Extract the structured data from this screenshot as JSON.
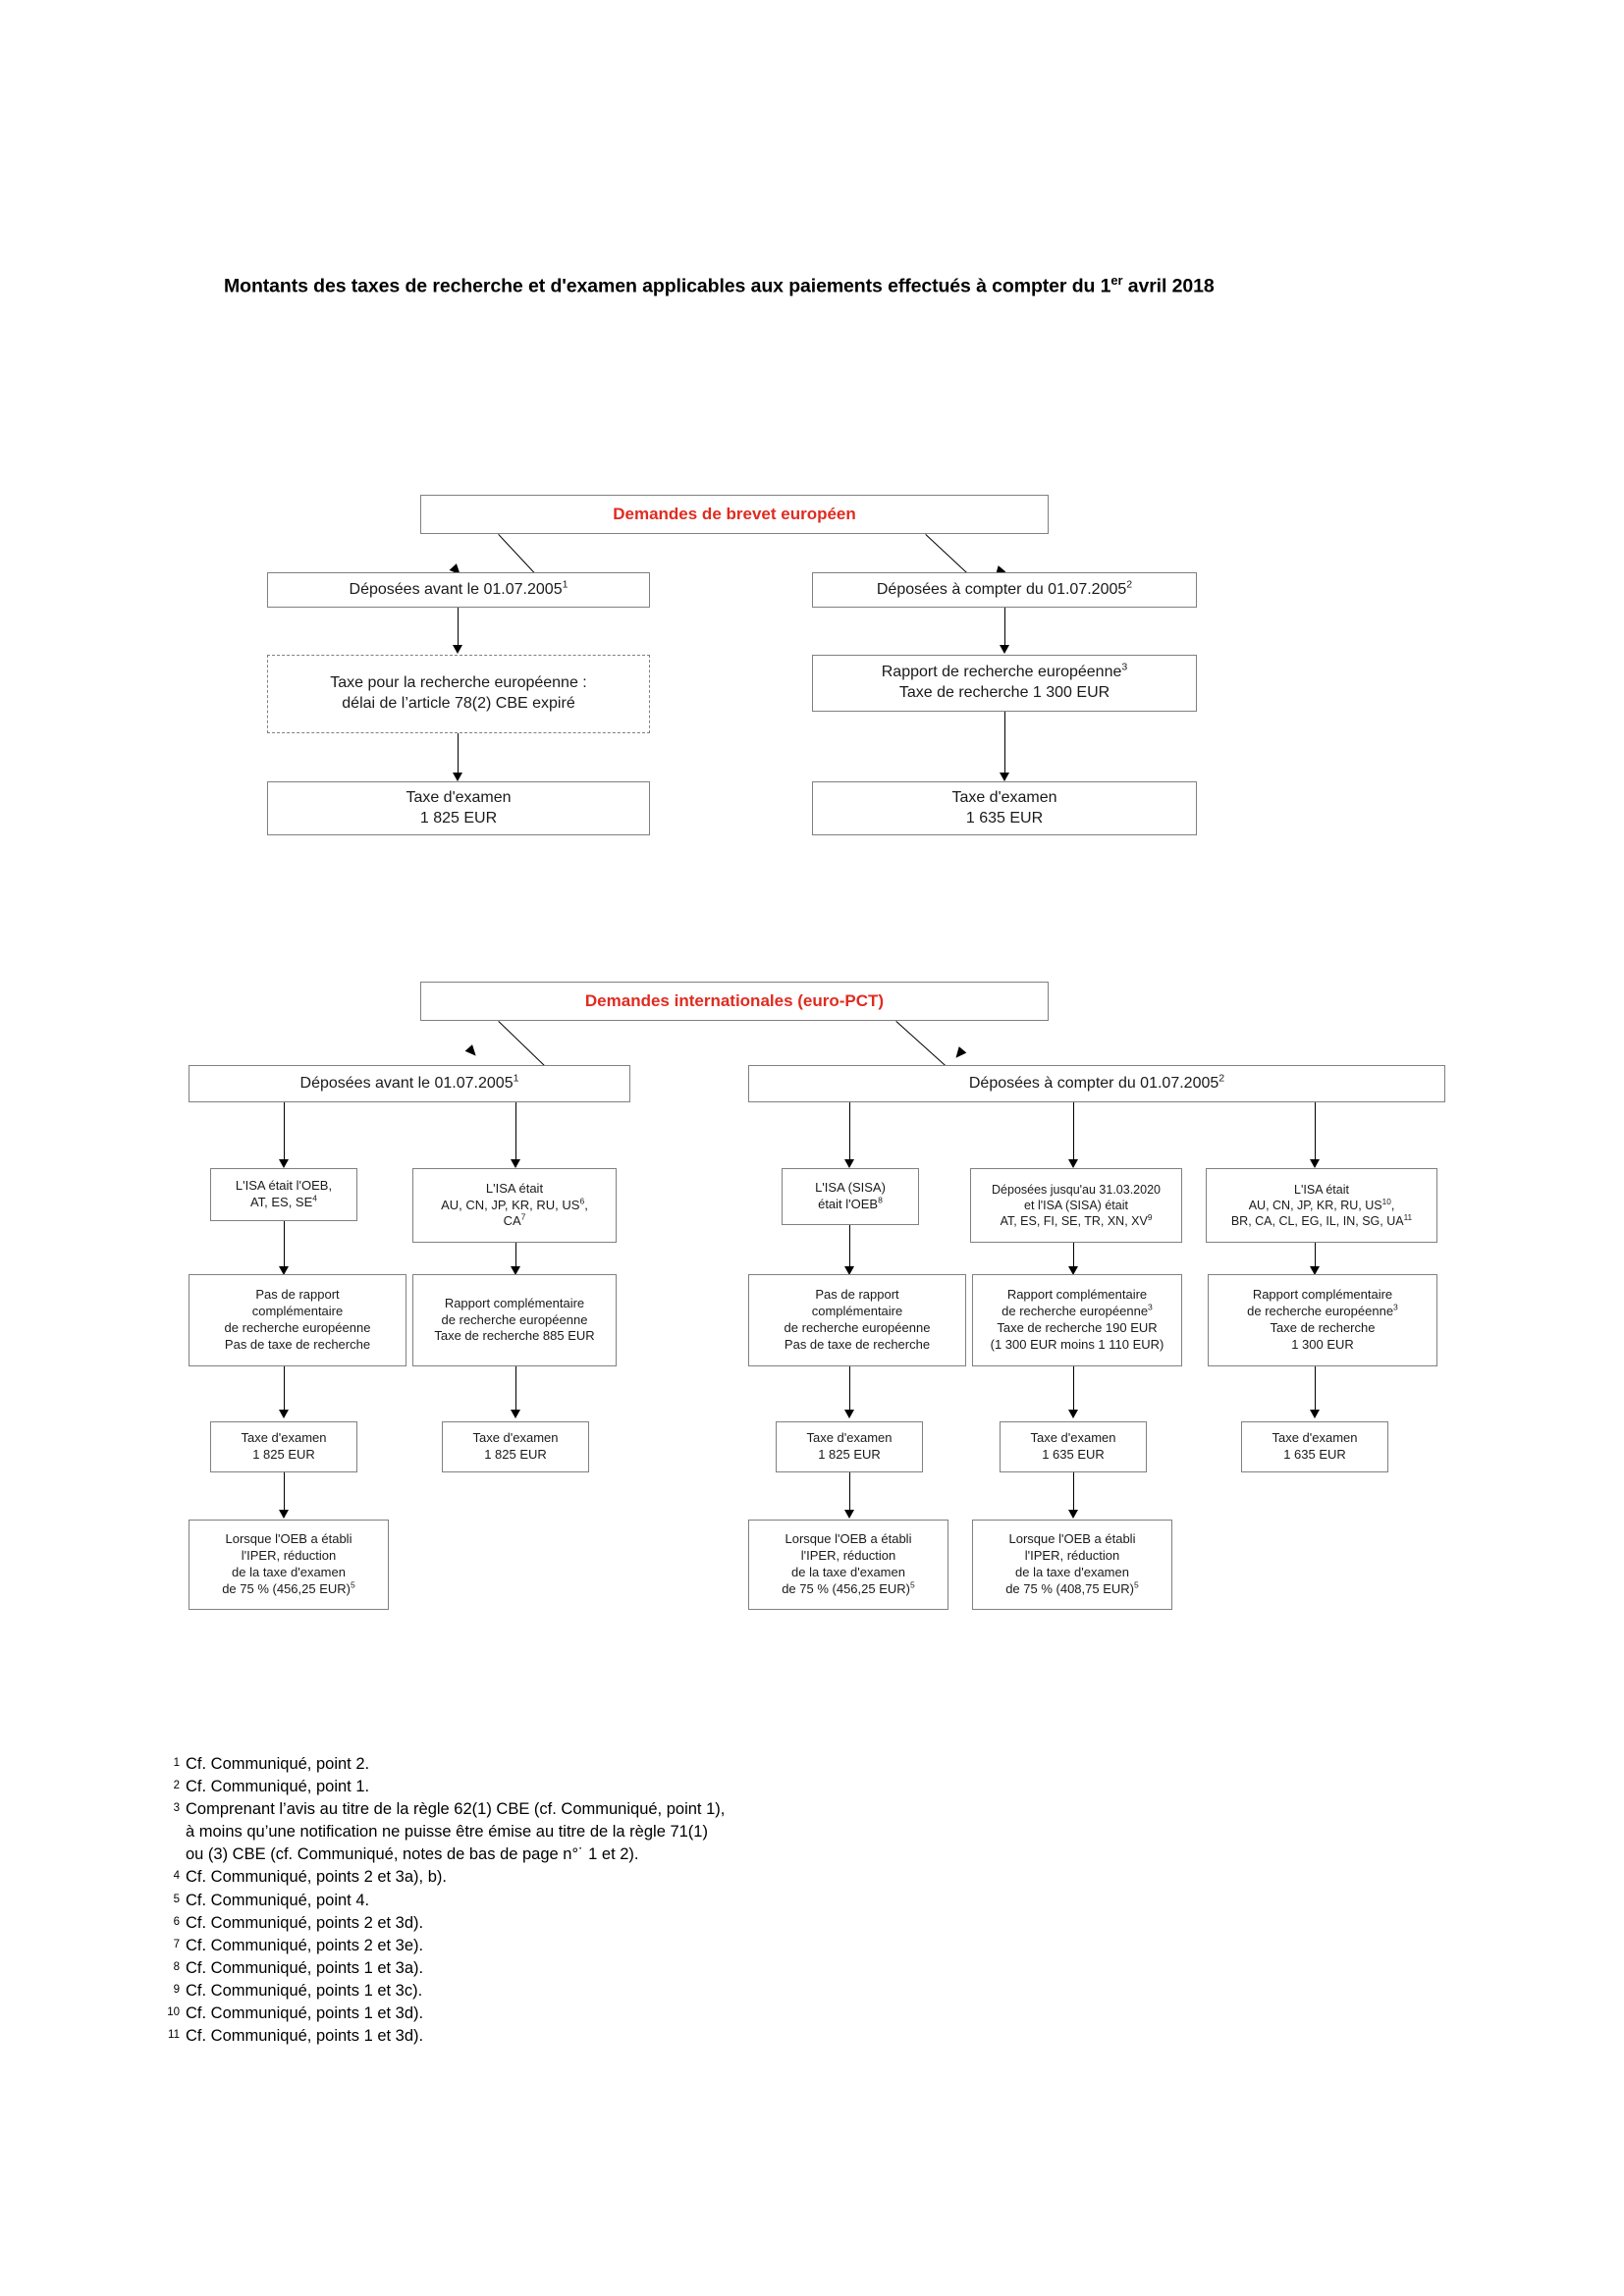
{
  "document": {
    "title_prefix": "Montants des taxes de recherche et d'examen applicables aux paiements effectués à compter du 1",
    "title_sup": "er",
    "title_suffix": " avril 2018",
    "accent_color": "#e02b20",
    "box_border_color": "#808080",
    "connector_color": "#000000"
  },
  "section_ep": {
    "header": "Demandes de brevet européen",
    "left": {
      "level1_text": "Déposées avant le 01.07.2005",
      "level1_sup": "1",
      "level2_line1": "Taxe pour la recherche européenne :",
      "level2_line2": "délai de l’article 78(2) CBE expiré",
      "level3_line1": "Taxe d'examen",
      "level3_line2": "1 825 EUR"
    },
    "right": {
      "level1_text": "Déposées à compter du 01.07.2005",
      "level1_sup": "2",
      "level2_line1": "Rapport de recherche européenne",
      "level2_line1_sup": "3",
      "level2_line2": "Taxe de recherche 1 300 EUR",
      "level3_line1": "Taxe d'examen",
      "level3_line2": "1 635 EUR"
    }
  },
  "section_pct": {
    "header": "Demandes internationales (euro-PCT)",
    "left_group": {
      "level1_text": "Déposées avant le 01.07.2005",
      "level1_sup": "1"
    },
    "right_group": {
      "level1_text": "Déposées à compter du 01.07.2005",
      "level1_sup": "2"
    },
    "col1": {
      "isa_line1": "L'ISA était l'OEB,",
      "isa_line2": "AT, ES, SE",
      "isa_sup": "4",
      "report_line1": "Pas de rapport",
      "report_line2": "complémentaire",
      "report_line3": "de recherche européenne",
      "report_line4": "Pas de taxe de recherche",
      "exam_line1": "Taxe d'examen",
      "exam_line2": "1 825 EUR",
      "iper_line1": "Lorsque l'OEB a établi",
      "iper_line2": "l'IPER, réduction",
      "iper_line3": "de la taxe d'examen",
      "iper_line4": "de 75 % (456,25 EUR)",
      "iper_sup": "5"
    },
    "col2": {
      "isa_line1": "L'ISA était",
      "isa_line2": "AU, CN, JP, KR, RU, US",
      "isa_line2_sup": "6",
      "isa_line2_tail": ",",
      "isa_line3": "CA",
      "isa_line3_sup": "7",
      "report_line1": "Rapport complémentaire",
      "report_line2": "de recherche européenne",
      "report_line3": "Taxe de recherche 885 EUR",
      "exam_line1": "Taxe d'examen",
      "exam_line2": "1 825 EUR"
    },
    "col3": {
      "isa_line1": "L'ISA (SISA)",
      "isa_line2": "était l'OEB",
      "isa_sup": "8",
      "report_line1": "Pas de rapport",
      "report_line2": "complémentaire",
      "report_line3": "de recherche européenne",
      "report_line4": "Pas de taxe de recherche",
      "exam_line1": "Taxe d'examen",
      "exam_line2": "1 825 EUR",
      "iper_line1": "Lorsque l'OEB a établi",
      "iper_line2": "l'IPER, réduction",
      "iper_line3": "de la taxe d'examen",
      "iper_line4": "de 75 % (456,25 EUR)",
      "iper_sup": "5"
    },
    "col4": {
      "isa_line1": "Déposées jusqu'au 31.03.2020",
      "isa_line2": "et l'ISA (SISA) était",
      "isa_line3": "AT, ES, FI, SE, TR, XN, XV",
      "isa_sup": "9",
      "report_line1": "Rapport complémentaire",
      "report_line2": "de recherche européenne",
      "report_line2_sup": "3",
      "report_line3": "Taxe de recherche 190 EUR",
      "report_line4": "(1 300 EUR moins 1 110 EUR)",
      "exam_line1": "Taxe d'examen",
      "exam_line2": "1 635 EUR",
      "iper_line1": "Lorsque l'OEB a établi",
      "iper_line2": "l'IPER, réduction",
      "iper_line3": "de la taxe d'examen",
      "iper_line4": "de 75 % (408,75 EUR)",
      "iper_sup": "5"
    },
    "col5": {
      "isa_line1": "L'ISA était",
      "isa_line2": "AU, CN, JP, KR, RU, US",
      "isa_line2_sup": "10",
      "isa_line3": "BR, CA, CL, EG, IL, IN, SG, UA",
      "isa_line3_sup": "11",
      "report_line1": "Rapport complémentaire",
      "report_line2": "de recherche européenne",
      "report_line2_sup": "3",
      "report_line3": "Taxe de recherche",
      "report_line4": "1 300 EUR",
      "exam_line1": "Taxe d'examen",
      "exam_line2": "1 635 EUR"
    }
  },
  "footnotes": [
    {
      "num": "1",
      "lines": [
        "Cf. Communiqué, point 2."
      ]
    },
    {
      "num": "2",
      "lines": [
        "Cf. Communiqué, point 1."
      ]
    },
    {
      "num": "3",
      "lines": [
        "Comprenant l’avis au titre de la règle 62(1) CBE (cf. Communiqué, point 1),",
        "à moins qu’une notification ne puisse être émise au titre de la règle 71(1)",
        "ou (3) CBE (cf. Communiqué, notes de bas de page n°˙ 1 et 2)."
      ]
    },
    {
      "num": "4",
      "lines": [
        "Cf. Communiqué, points 2 et 3a), b)."
      ]
    },
    {
      "num": "5",
      "lines": [
        "Cf. Communiqué, point 4."
      ]
    },
    {
      "num": "6",
      "lines": [
        "Cf. Communiqué, points 2 et 3d)."
      ]
    },
    {
      "num": "7",
      "lines": [
        "Cf. Communiqué, points 2 et 3e)."
      ]
    },
    {
      "num": "8",
      "lines": [
        "Cf. Communiqué, points 1 et 3a)."
      ]
    },
    {
      "num": "9",
      "lines": [
        "Cf. Communiqué, points 1 et 3c)."
      ]
    },
    {
      "num": "10",
      "lines": [
        "Cf. Communiqué, points 1 et 3d)."
      ]
    },
    {
      "num": "11",
      "lines": [
        "Cf. Communiqué, points 1 et 3d)."
      ]
    }
  ]
}
